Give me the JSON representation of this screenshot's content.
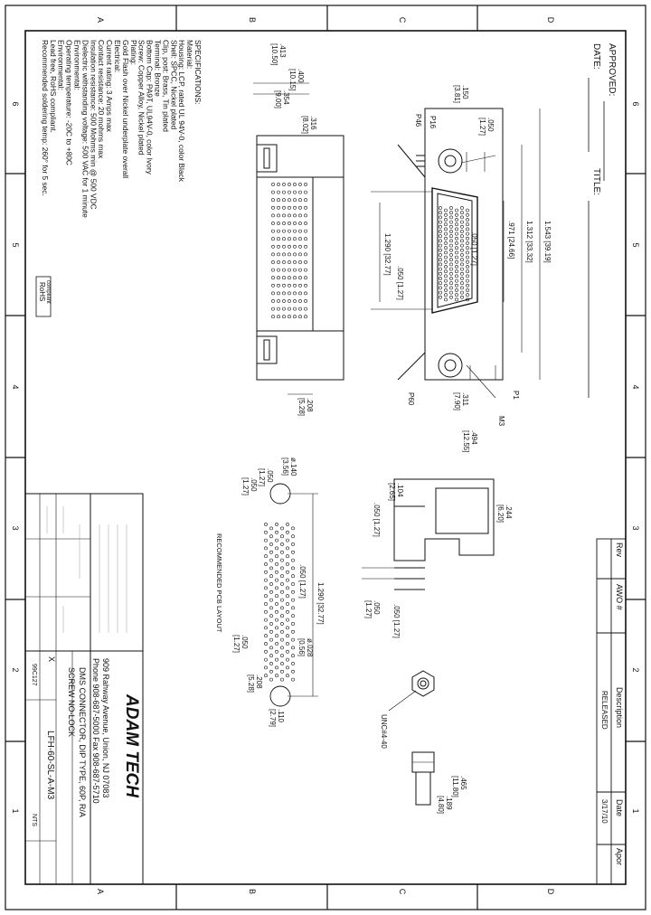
{
  "border": {
    "zone_letters": [
      "A",
      "B",
      "C",
      "D"
    ],
    "zone_numbers": [
      "6",
      "5",
      "4",
      "3",
      "2",
      "1"
    ]
  },
  "header": {
    "approved_label": "APPROVED:",
    "date_label": "DATE:",
    "title_label": "TITLE:"
  },
  "revision_table": {
    "headers": [
      "Rev",
      "AWO #",
      "Description",
      "Date",
      "Apor"
    ],
    "row": [
      "",
      "",
      "RELEASED",
      "3/17/10",
      ""
    ]
  },
  "specifications": {
    "lines": [
      "SPECIFICATIONS:",
      "Material:",
      "Housing: LCP, rated UL 94V-0, color Black",
      "Shell: SPCC, Nickel plated",
      "Clip, post: Brass, Tin plated",
      "Terminal: Bronze",
      "Bottom Cap: PA9T, UL94V-0, color Ivory",
      "Screw: Copper Alloy, Nickel plated",
      "Plating:",
      "Gold Flash over Nickel underplate overall",
      "Electrical:",
      "Current rating: 3 Amps max",
      "Contact resistance: 20 mohms max",
      "Insulation resistance: 500 Mohms min @ 500 VDC",
      "Dielectric withstanding voltage: 500 VAC for 1 minute",
      "Environmental:",
      "Operating temperature: -20C to +80C",
      "Environmental:",
      "Lead free, RoHS compliant.",
      "Recommended soldering temp: 260° for 5 sec."
    ],
    "rohs_badge": [
      "RoHS",
      "compliant"
    ]
  },
  "front_view": {
    "dims": [
      ".050\n[1.27]",
      ".150\n[3.81]",
      "1.543 [39.19]",
      "1.312 [33.32]",
      ".971 [24.66]",
      ".050 [1.27]",
      "1.290 [32.77]",
      ".050 [1.27]",
      ".311\n[7.90]",
      ".494\n[12.55]"
    ],
    "labels": [
      "P16",
      "P46",
      "P1",
      "M3",
      "P60"
    ]
  },
  "top_view": {
    "dims": [
      ".400\n[10.15]",
      ".413\n[10.50]",
      ".354\n[9.00]",
      ".316\n[8.02]",
      ".208\n[5.28]"
    ]
  },
  "side_view": {
    "dims": [
      ".244\n[6.20]",
      ".104\n[2.65]",
      ".050 [1.27]",
      ".050 [1.27]",
      ".050\n[1.27]"
    ]
  },
  "pcb_layout": {
    "title": "RECOMMENDED PCB LAYOUT",
    "dims": [
      "ø.140\n[3.56]",
      ".050\n[1.27]",
      ".050\n[1.27]",
      "1.290 [32.77]",
      ".050 [1.27]",
      "ø.028\n[0.56]",
      ".050\n[1.27]",
      ".208\n[5.28]",
      ".110\n[2.79]"
    ]
  },
  "hardware": {
    "thread_label": "UNC#4-40",
    "dims": [
      ".465\n[11.80]",
      ".189\n[4.80]"
    ]
  },
  "title_block": {
    "company": "ADAM TECH",
    "address": "909 Rahway Avenue, Union, NJ 07083",
    "phone": "Phone 908-687-5000 Fax 908-687-5710",
    "description_line1": "DMS CONNECTOR, DIP TYPE, 60P, R/A",
    "description_line2": "SCREW NO-LOCK",
    "part_number": "LFH-60-SL-A-M3",
    "scale_label": "NTS",
    "ref_code": "99C127",
    "x_mark": "X"
  },
  "palette": {
    "ink": "#111111",
    "paper": "#ffffff",
    "faint": "#9a9a9a"
  }
}
